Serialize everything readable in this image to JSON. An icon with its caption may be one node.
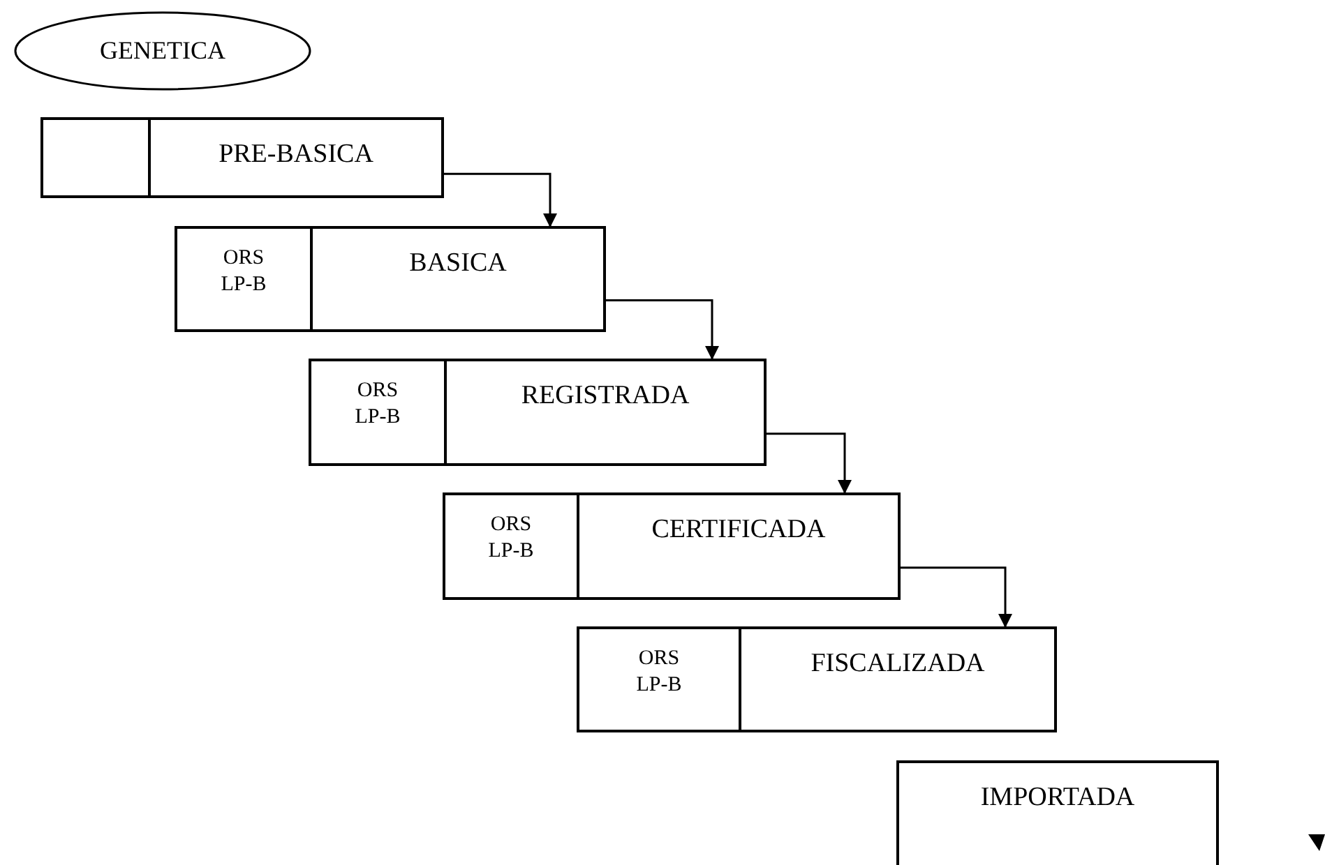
{
  "diagram": {
    "nodes": [
      {
        "text": [
          "GENETICA"
        ]
      },
      {
        "text": [],
        "shape": "box"
      },
      {
        "text": [
          "PRE-BASICA"
        ]
      },
      {
        "text": [
          "ORS LP-B"
        ]
      },
      {
        "text": [
          "BASICA"
        ]
      },
      {
        "text": [
          "ORS LP-B"
        ]
      },
      {
        "text": [
          "REGISTRADA"
        ]
      },
      {
        "text": [
          "ORS LP-B"
        ]
      },
      {
        "text": [
          "CERTIFICADA"
        ]
      },
      {
        "text": [
          "ORS LP-B"
        ]
      },
      {
        "text": [
          "FISCALIZADA"
        ]
      },
      {
        "text": [
          "IMPORTADA"
        ]
      }
    ],
    "edges": [
      {
        "from": 2,
        "to": 4,
        "arrow": "to"
      },
      {
        "from": 4,
        "to": 6,
        "arrow": "to"
      },
      {
        "from": 6,
        "to": 8,
        "arrow": "to"
      },
      {
        "from": 8,
        "to": 10,
        "arrow": "to"
      }
    ]
  }
}
